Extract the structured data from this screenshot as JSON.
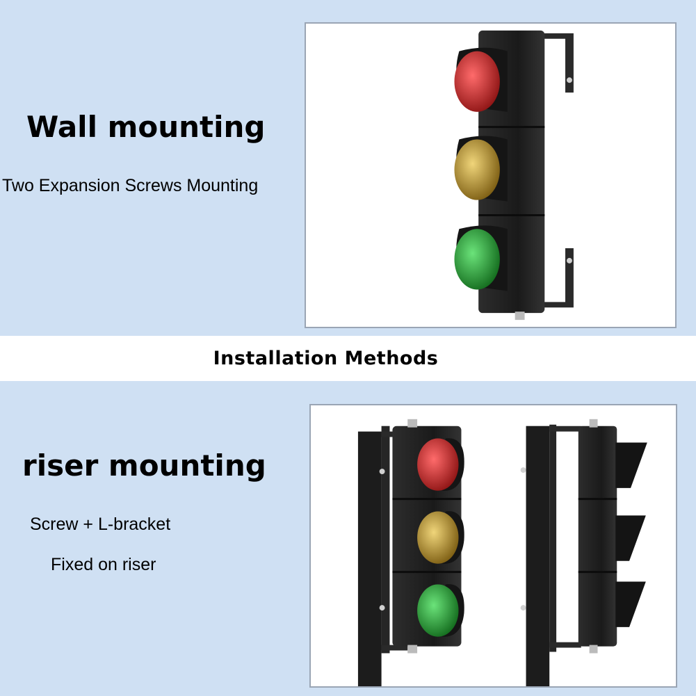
{
  "band": {
    "title": "Installation Methods"
  },
  "wall": {
    "heading": "Wall mounting",
    "caption": "Two Expansion Screws Mounting",
    "photo_icon": "wall-mounted-traffic-light-icon"
  },
  "riser": {
    "heading": "riser mounting",
    "caption_line_1": "Screw + L-bracket",
    "caption_line_2": "Fixed on riser",
    "photo_icon": "pole-mounted-traffic-light-icon"
  },
  "colors": {
    "panel_background": "#cfe0f3",
    "band_background": "#ffffff",
    "housing": "#1f1f1f",
    "red_lamp": "#d62b2b",
    "yellow_lamp": "#c9a437",
    "green_lamp": "#2fae3a"
  }
}
